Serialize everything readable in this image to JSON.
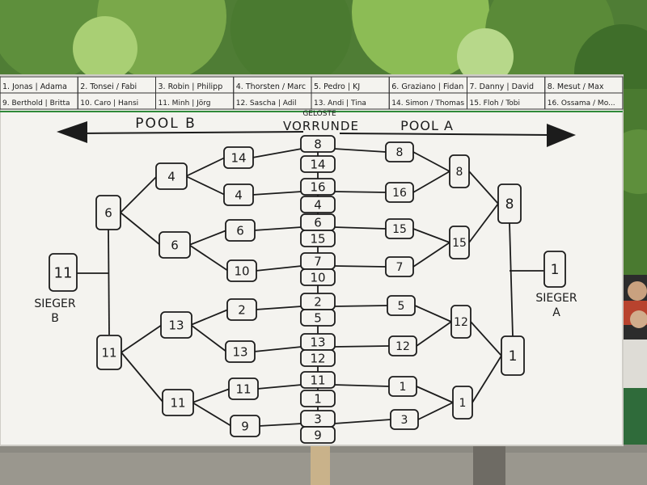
{
  "teams_header": [
    {
      "top": "1. Jonas | Adama",
      "bottom": "9. Berthold | Britta"
    },
    {
      "top": "2. Tonsei / Fabi",
      "bottom": "10. Caro | Hansi"
    },
    {
      "top": "3. Robin | Philipp",
      "bottom": "11. Minh | Jörg"
    },
    {
      "top": "4. Thorsten / Marc",
      "bottom": "12. Sascha | Adil"
    },
    {
      "top": "5. Pedro | KJ",
      "bottom": "13. Andi | Tina"
    },
    {
      "top": "6. Graziano | Fidan",
      "bottom": "14. Simon / Thomas"
    },
    {
      "top": "7. Danny | David",
      "bottom": "15. Floh / Tobi"
    },
    {
      "top": "8. Mesut / Max",
      "bottom": "16. Ossama / Mo..."
    }
  ],
  "titles": {
    "pool_b": "POOL B",
    "pool_a": "POOL A",
    "center_small": "GELOSTE",
    "center_big": "VORRUNDE"
  },
  "winner_b": {
    "label_line1": "SIEGER",
    "label_line2": "B",
    "value": "11"
  },
  "winner_a": {
    "label_line1": "SIEGER",
    "label_line2": "A",
    "value": "1"
  },
  "center_draw": [
    "8",
    "14",
    "16",
    "4",
    "6",
    "15",
    "7",
    "10",
    "2",
    "5",
    "13",
    "12",
    "11",
    "1",
    "3",
    "9"
  ],
  "pool_b_r1": [
    "14",
    "4",
    "6",
    "10",
    "2",
    "13",
    "11",
    "9"
  ],
  "pool_b_r2": [
    "4",
    "6",
    "13",
    "11"
  ],
  "pool_b_r3": [
    "6",
    "11"
  ],
  "pool_a_r1": [
    "8",
    "16",
    "15",
    "7",
    "5",
    "12",
    "1",
    "3"
  ],
  "pool_a_r2": [
    "8",
    "15",
    "12",
    "1"
  ],
  "pool_a_r3": [
    "8",
    "1"
  ],
  "colors": {
    "board": "#f4f3ef",
    "ink": "#1c1c1c",
    "foliage_dark": "#3d6b2a",
    "foliage_light": "#8fbf55",
    "gravel": "#8c8a82"
  }
}
